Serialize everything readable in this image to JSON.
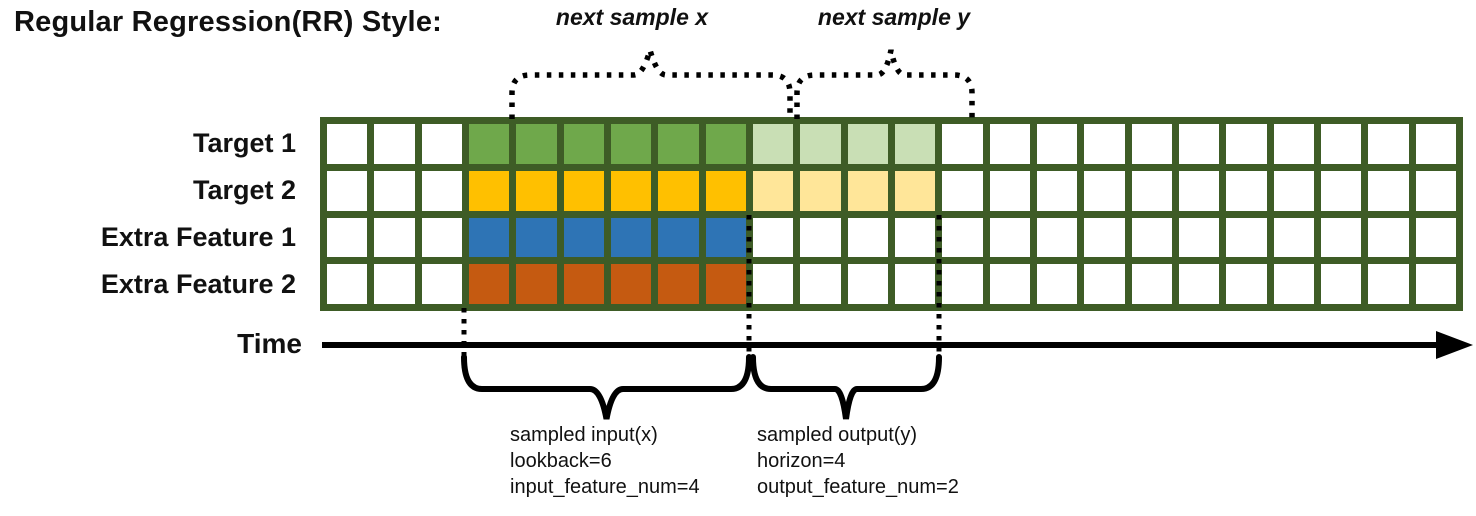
{
  "title": "Regular Regression(RR) Style:",
  "annotations": {
    "next_sample_x": "next sample x",
    "next_sample_y": "next sample y"
  },
  "time_axis": {
    "label": "Time"
  },
  "rows": [
    {
      "label": "Target 1",
      "dark_color": "#6FA84B",
      "light_color": "#C9DFB5",
      "horizon_colored": true
    },
    {
      "label": "Target 2",
      "dark_color": "#FFC000",
      "light_color": "#FFE699",
      "horizon_colored": true
    },
    {
      "label": "Extra Feature 1",
      "dark_color": "#2E74B5",
      "light_color": "#FFFFFF",
      "horizon_colored": false
    },
    {
      "label": "Extra Feature 2",
      "dark_color": "#C55A11",
      "light_color": "#FFFFFF",
      "horizon_colored": false
    }
  ],
  "grid": {
    "columns": 24,
    "row_count": 4,
    "lookback_start_col": 3,
    "lookback_len": 6,
    "horizon_start_col": 9,
    "horizon_len": 4,
    "line_color": "#3E5C26",
    "cell_color": "#FFFFFF"
  },
  "sample_labels": {
    "input": {
      "line1": "sampled input(x)",
      "line2": "lookback=6",
      "line3": "input_feature_num=4"
    },
    "output": {
      "line1": "sampled output(y)",
      "line2": "horizon=4",
      "line3": "output_feature_num=2"
    }
  }
}
